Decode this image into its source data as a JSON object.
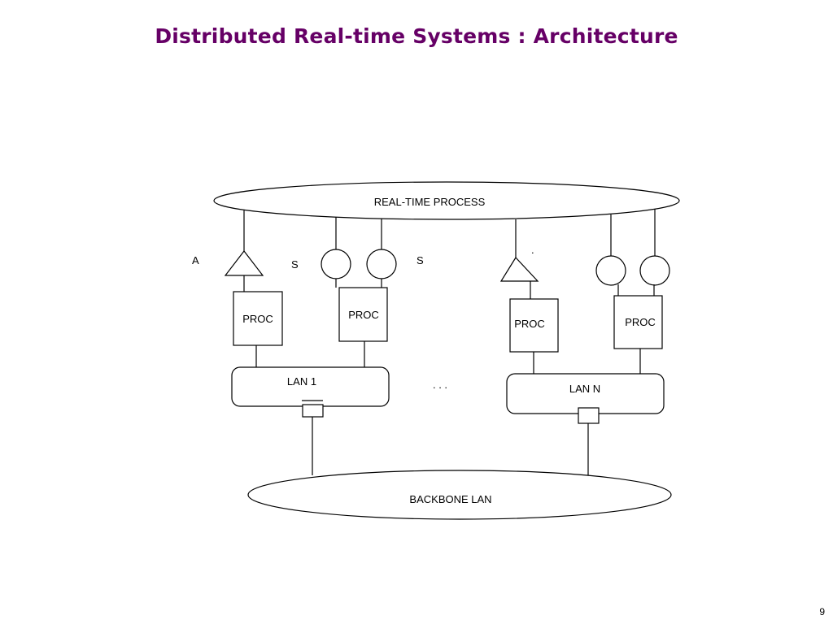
{
  "slide": {
    "title": "Distributed Real-time Systems : Architecture",
    "page_number": "9"
  },
  "diagram": {
    "process_label": "REAL-TIME PROCESS",
    "backbone_label": "BACKBONE LAN",
    "lan_1_label": "LAN 1",
    "lan_n_label": "LAN N",
    "proc_label": "PROC",
    "actuator_label": "A",
    "sensor_label": "S",
    "ellipsis": ". . .",
    "stray_dot": "."
  },
  "colors": {
    "title": "#660066",
    "lines": "#000000",
    "background": "#ffffff"
  }
}
